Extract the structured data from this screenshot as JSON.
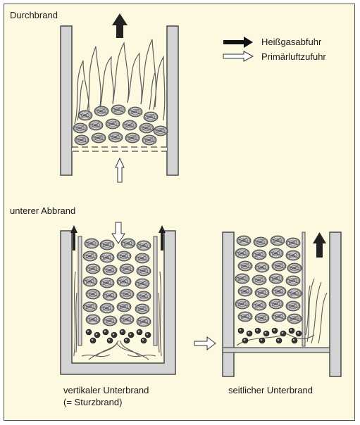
{
  "colors": {
    "background": "#fdf9e1",
    "wall": "#d3d3d3",
    "outline": "#4a4a4a",
    "hot_gas_arrow": "#222222",
    "primary_air_arrow": "#ffffff"
  },
  "sections": {
    "top": {
      "title": "Durchbrand"
    },
    "bottom": {
      "title": "unterer Abbrand"
    }
  },
  "legend": {
    "hot_gas": {
      "label": "Heißgasabfuhr",
      "icon": "black-arrow-icon"
    },
    "primary_air": {
      "label": "Primärluftzufuhr",
      "icon": "white-arrow-icon"
    }
  },
  "captions": {
    "vertical_line1": "vertikaler Unterbrand",
    "vertical_line2": "(= Sturzbrand)",
    "lateral": "seitlicher Unterbrand"
  }
}
